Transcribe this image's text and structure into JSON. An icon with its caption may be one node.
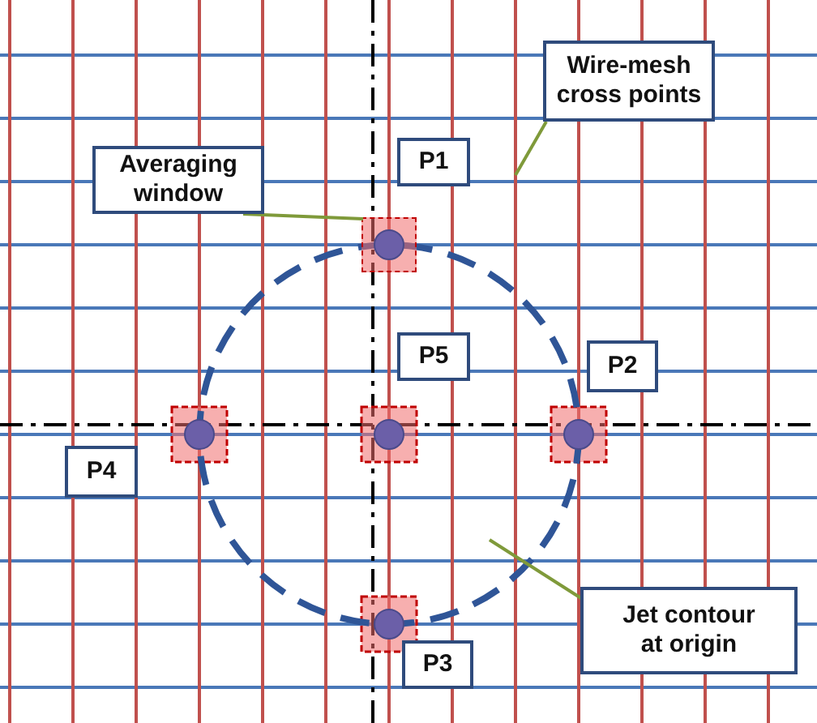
{
  "diagram": {
    "nodes": [
      {
        "text": [
          "Averaging window"
        ]
      },
      {
        "text": [
          "Wire-mesh cross points"
        ]
      },
      {
        "text": [
          "P1"
        ]
      },
      {
        "text": [],
        "shape": "circle"
      },
      {
        "text": [
          "P5"
        ],
        "in": 3
      },
      {
        "text": [
          "P2"
        ]
      },
      {
        "text": [
          "P4"
        ]
      },
      {
        "text": [
          "Jet contour at origin"
        ]
      },
      {
        "text": [
          "P3"
        ]
      },
      {
        "text": [],
        "shape": "box"
      }
    ],
    "edges": [
      {
        "from": 0,
        "to": 9,
        "arrow": "none"
      },
      {
        "from": 1,
        "to": null,
        "arrow": "none"
      },
      {
        "from": 7,
        "to": 3,
        "arrow": "none"
      }
    ]
  }
}
